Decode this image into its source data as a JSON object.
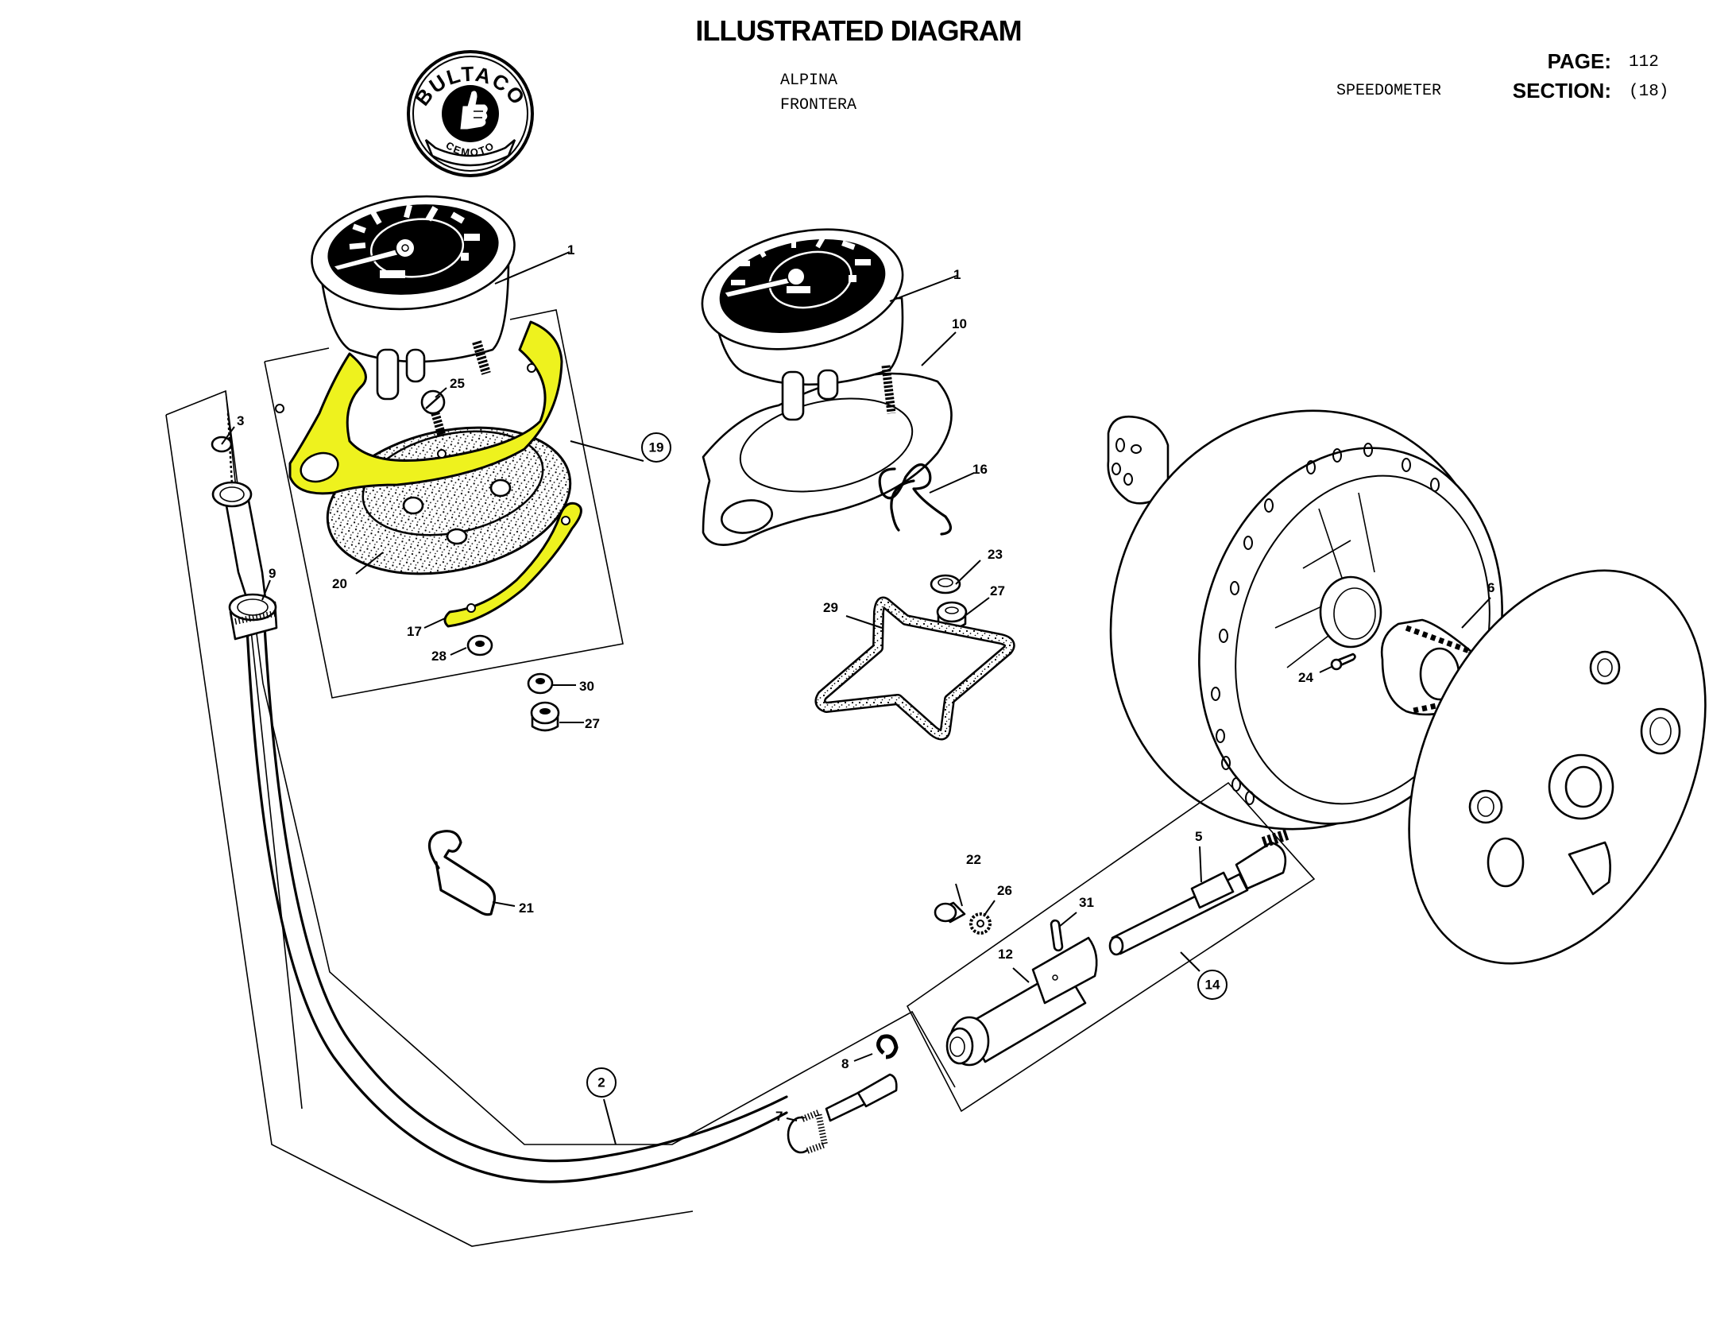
{
  "header": {
    "title": "ILLUSTRATED DIAGRAM",
    "models": [
      "ALPINA",
      "FRONTERA"
    ],
    "section_name": "SPEEDOMETER",
    "page_label": "PAGE:",
    "page_value": "112",
    "section_label": "SECTION:",
    "section_value": "(18)"
  },
  "logo": {
    "brand": "BULTACO",
    "subtitle": "CEMOTO",
    "icon": "thumbs-up-icon"
  },
  "highlight_color": "#eef21e",
  "callouts": {
    "plain": [
      "1",
      "1",
      "10",
      "16",
      "23",
      "27",
      "29",
      "25",
      "3",
      "9",
      "20",
      "17",
      "28",
      "30",
      "27",
      "21",
      "6",
      "24",
      "22",
      "26",
      "31",
      "5",
      "12",
      "8",
      "7"
    ],
    "circled": [
      "19",
      "14",
      "2"
    ]
  },
  "parts": [
    {
      "ref": "1",
      "name": "speedometer",
      "highlighted": false
    },
    {
      "ref": "2",
      "name": "speedometer cable assembly",
      "highlighted": false
    },
    {
      "ref": "3",
      "name": "cable washer",
      "highlighted": false
    },
    {
      "ref": "5",
      "name": "drive shaft with pinion",
      "highlighted": false
    },
    {
      "ref": "6",
      "name": "drive gear",
      "highlighted": false
    },
    {
      "ref": "7",
      "name": "cable nut",
      "highlighted": false
    },
    {
      "ref": "8",
      "name": "circlip",
      "highlighted": false
    },
    {
      "ref": "9",
      "name": "cable knurled nut",
      "highlighted": false
    },
    {
      "ref": "10",
      "name": "mounting gasket",
      "highlighted": false
    },
    {
      "ref": "12",
      "name": "drive housing",
      "highlighted": false
    },
    {
      "ref": "14",
      "name": "drive assembly",
      "highlighted": false
    },
    {
      "ref": "16",
      "name": "wire spring",
      "highlighted": false
    },
    {
      "ref": "17",
      "name": "lower bracket strip",
      "highlighted": true
    },
    {
      "ref": "19",
      "name": "mounting bracket assembly",
      "highlighted": false
    },
    {
      "ref": "20",
      "name": "rubber mount",
      "highlighted": false
    },
    {
      "ref": "21",
      "name": "cable clip",
      "highlighted": false
    },
    {
      "ref": "22",
      "name": "bolt",
      "highlighted": false
    },
    {
      "ref": "23",
      "name": "washer",
      "highlighted": false
    },
    {
      "ref": "24",
      "name": "key",
      "highlighted": false
    },
    {
      "ref": "25",
      "name": "screw",
      "highlighted": false
    },
    {
      "ref": "26",
      "name": "lock washer",
      "highlighted": false
    },
    {
      "ref": "27",
      "name": "nut",
      "highlighted": false
    },
    {
      "ref": "28",
      "name": "nut",
      "highlighted": false
    },
    {
      "ref": "29",
      "name": "star rubber gasket",
      "highlighted": false
    },
    {
      "ref": "30",
      "name": "washer",
      "highlighted": false
    },
    {
      "ref": "31",
      "name": "pin",
      "highlighted": false
    },
    {
      "ref": "upper-plate",
      "name": "upper bracket plate",
      "highlighted": true
    }
  ]
}
